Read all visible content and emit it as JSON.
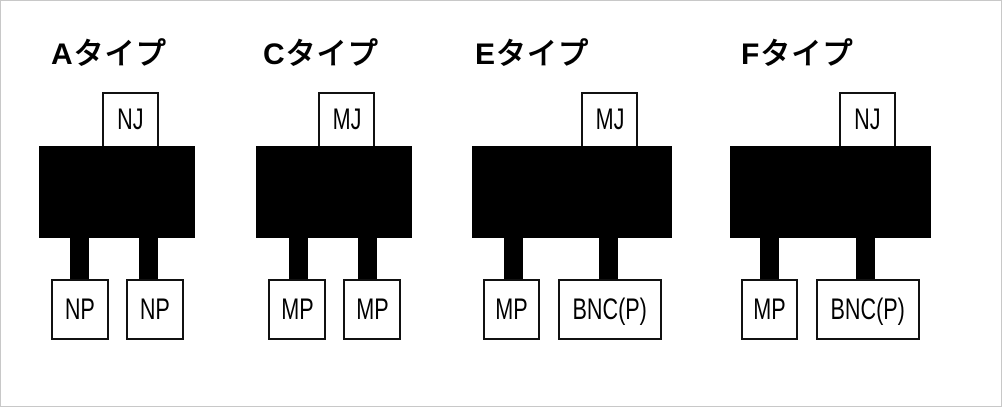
{
  "types": [
    {
      "title": "Aタイプ",
      "top": "NJ",
      "bottom": [
        "NP",
        "NP"
      ]
    },
    {
      "title": "Cタイプ",
      "top": "MJ",
      "bottom": [
        "MP",
        "MP"
      ]
    },
    {
      "title": "Eタイプ",
      "top": "MJ",
      "bottom": [
        "MP",
        "BNC(P)"
      ]
    },
    {
      "title": "Fタイプ",
      "top": "NJ",
      "bottom": [
        "MP",
        "BNC(P)"
      ]
    }
  ]
}
